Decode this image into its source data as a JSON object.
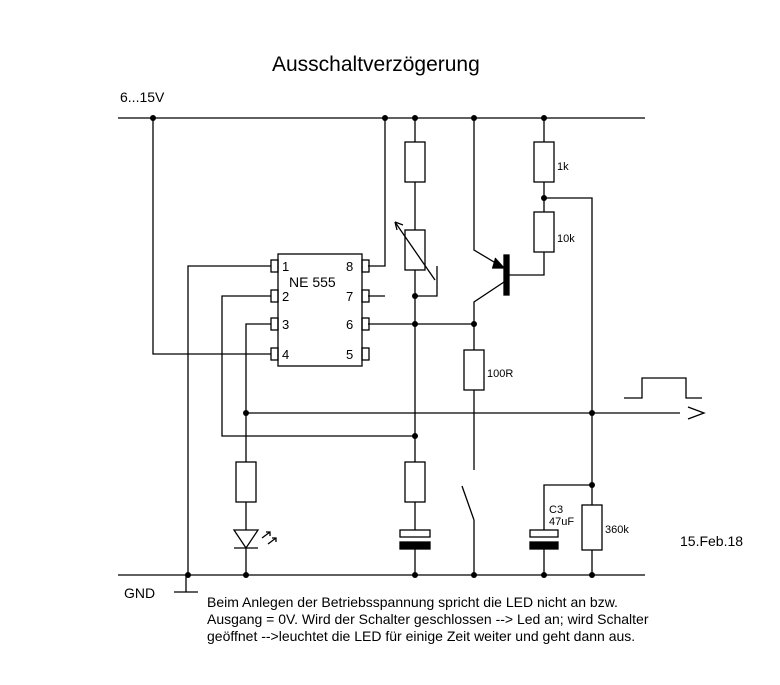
{
  "title": "Ausschaltverzögerung",
  "supply_label": "6...15V",
  "gnd_label": "GND",
  "date": "15.Feb.18",
  "ic": {
    "name": "NE 555",
    "pins_left": [
      "1",
      "2",
      "3",
      "4"
    ],
    "pins_right": [
      "8",
      "7",
      "6",
      "5"
    ]
  },
  "components": {
    "r_1k": "1k",
    "r_10k": "10k",
    "r_100r": "100R",
    "r_360k": "360k",
    "c3_name": "C3",
    "c3_value": "47uF"
  },
  "description": [
    "Beim Anlegen der Betriebsspannung spricht die  LED nicht an bzw.",
    "Ausgang = 0V. Wird der Schalter geschlossen --> Led an; wird Schalter",
    "geöffnet -->leuchtet die LED für einige Zeit weiter und geht dann aus."
  ]
}
